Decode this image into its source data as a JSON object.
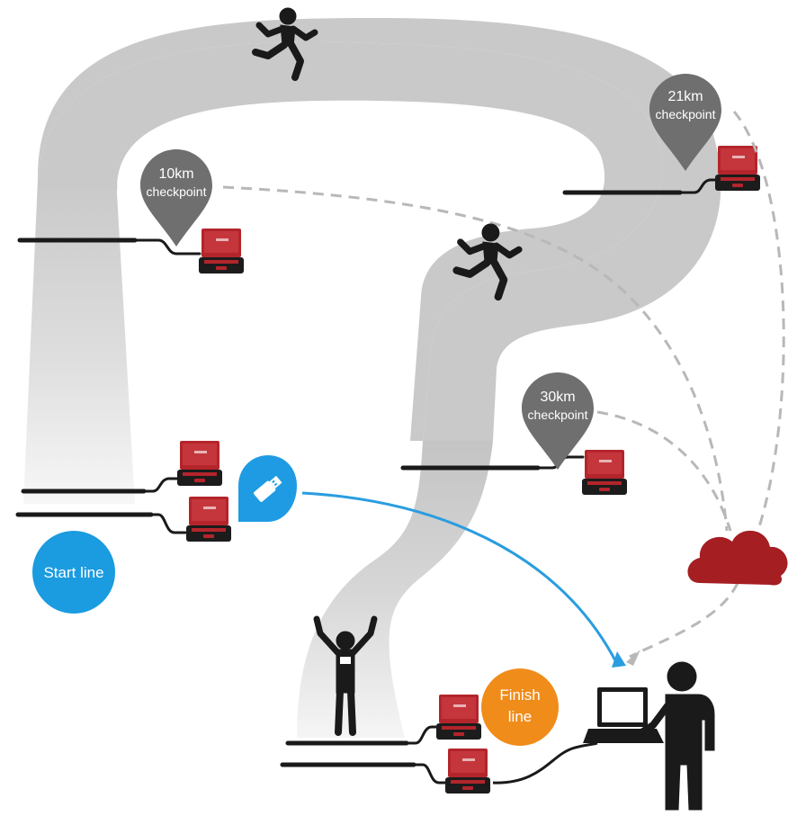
{
  "checkpoints": [
    {
      "id": "10km",
      "line1": "10km",
      "line2": "checkpoint"
    },
    {
      "id": "21km",
      "line1": "21km",
      "line2": "checkpoint"
    },
    {
      "id": "30km",
      "line1": "30km",
      "line2": "checkpoint"
    }
  ],
  "start": {
    "label": "Start line"
  },
  "finish": {
    "line1": "Finish",
    "line2": "line"
  },
  "colors": {
    "road": "#c9c9c9",
    "pin": "#6f6f6f",
    "device": "#b3252b",
    "cloud": "#a51e22",
    "start": "#1b9be0",
    "finish": "#f08c1a",
    "usb": "#1f9be3",
    "arrow": "#2a9de0",
    "dashed": "#b8b8b8",
    "figure": "#1a1a1a"
  },
  "icons": [
    "runner-icon",
    "winner-icon",
    "operator-icon",
    "laptop-icon",
    "cloud-icon",
    "usb-icon",
    "timing-device-icon",
    "map-pin-icon"
  ]
}
